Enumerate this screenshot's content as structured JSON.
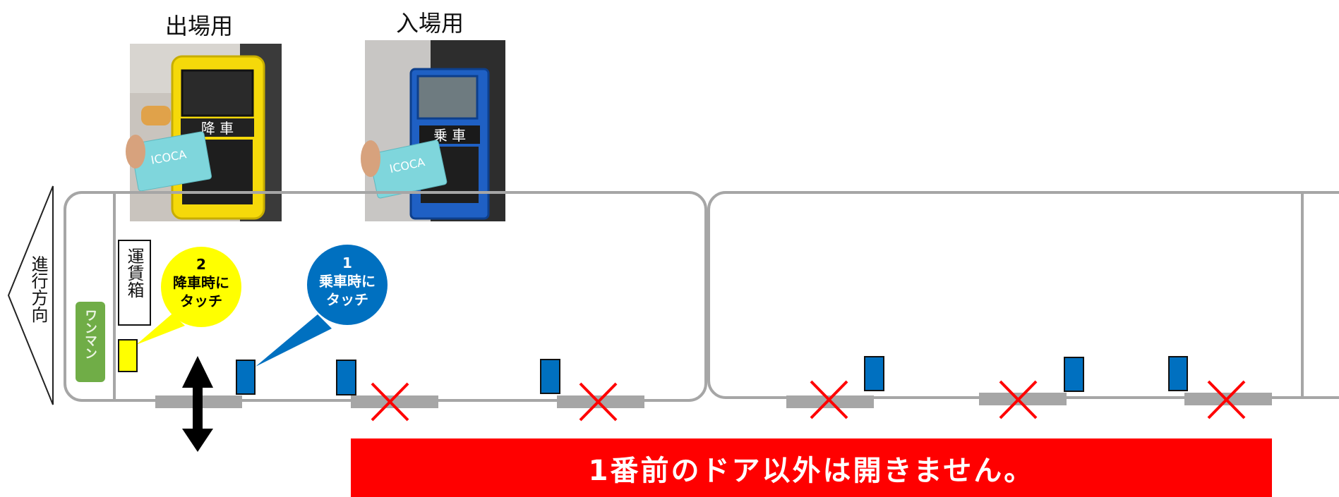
{
  "photos": {
    "exit": {
      "label": "出場用",
      "reader_text": "降 車",
      "card_text": "ICOCA"
    },
    "entry": {
      "label": "入場用",
      "reader_text": "乗 車",
      "card_text": "ICOCA"
    }
  },
  "direction_label": "進行方向",
  "fare_box_label": "運賃箱",
  "one_man_label": "ワンマン",
  "callouts": {
    "alight": {
      "number": "2",
      "line1": "降車時に",
      "line2": "タッチ",
      "color": "#ffff00"
    },
    "board": {
      "number": "1",
      "line1": "乗車時に",
      "line2": "タッチ",
      "color": "#0070c0"
    }
  },
  "banner_text": "1番前のドア以外は開きません。",
  "colors": {
    "banner": "#ff0000",
    "reader_blue": "#0070c0",
    "reader_yellow": "#ffff00",
    "one_man_green": "#70ad47",
    "door": "#a6a6a6",
    "cross": "#ff0000"
  }
}
